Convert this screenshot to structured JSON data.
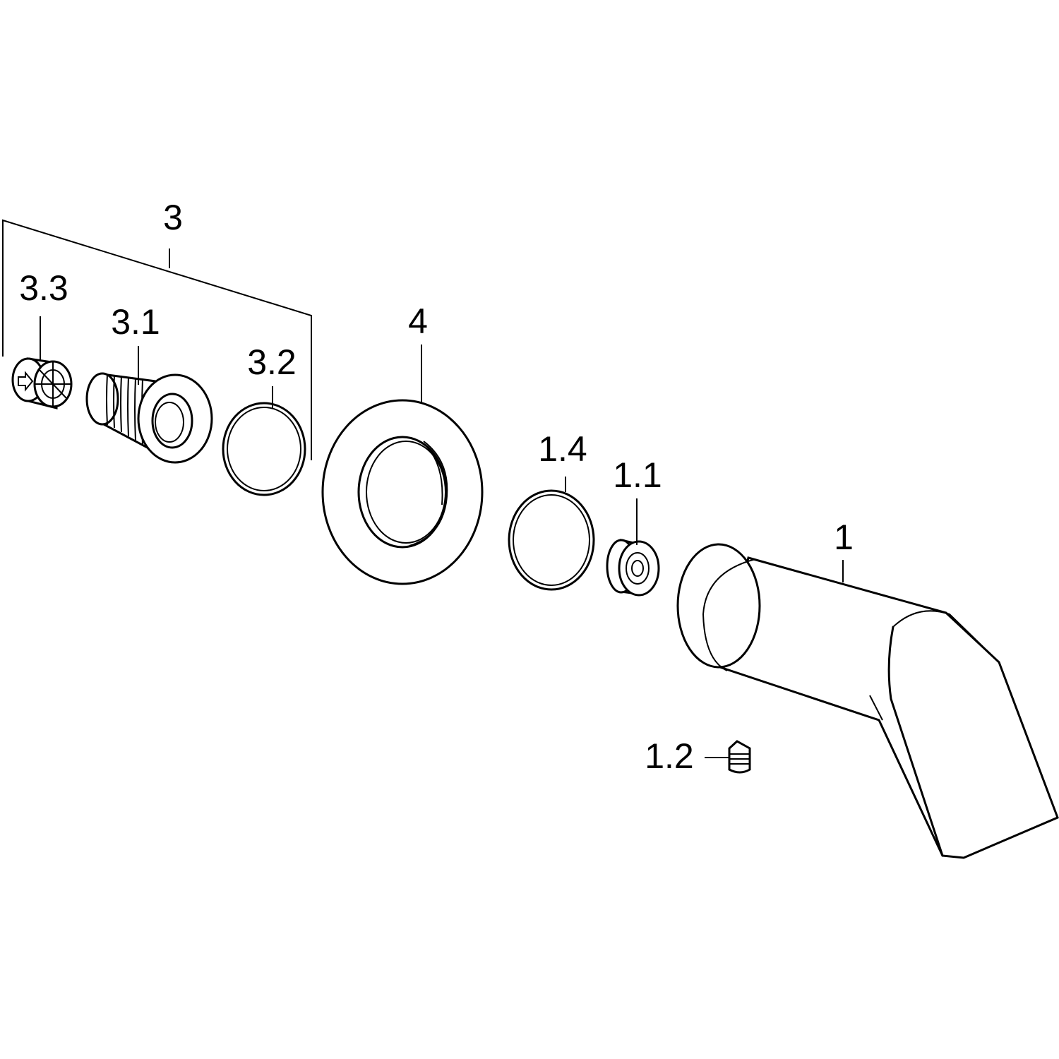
{
  "labels": {
    "part_3": "3",
    "part_3_3": "3.3",
    "part_3_1": "3.1",
    "part_3_2": "3.2",
    "part_4": "4",
    "part_1_4": "1.4",
    "part_1_1": "1.1",
    "part_1": "1",
    "part_1_2": "1.2"
  }
}
